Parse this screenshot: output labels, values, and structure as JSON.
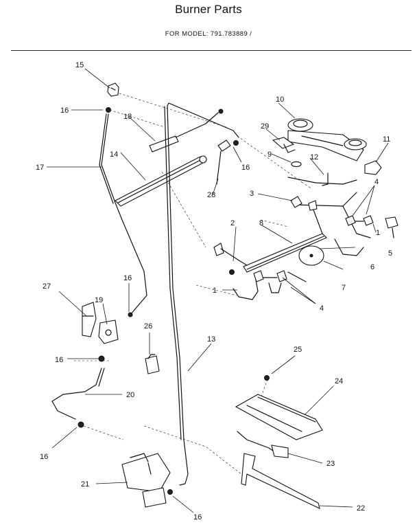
{
  "header": {
    "title": "Burner Parts",
    "subtitle": "FOR MODEL: 791.783889 /"
  },
  "callouts": {
    "c1a": "1",
    "c1b": "1",
    "c2": "2",
    "c3": "3",
    "c4a": "4",
    "c4b": "4",
    "c5": "5",
    "c6": "6",
    "c7": "7",
    "c8": "8",
    "c9": "9",
    "c10": "10",
    "c11": "11",
    "c12": "12",
    "c13": "13",
    "c14": "14",
    "c15": "15",
    "c16a": "16",
    "c16b": "16",
    "c16c": "16",
    "c16d": "16",
    "c16e": "16",
    "c16f": "16",
    "c17": "17",
    "c18": "18",
    "c19": "19",
    "c20": "20",
    "c21": "21",
    "c22": "22",
    "c23": "23",
    "c24": "24",
    "c25": "25",
    "c26": "26",
    "c27": "27",
    "c28": "28",
    "c29": "29"
  }
}
